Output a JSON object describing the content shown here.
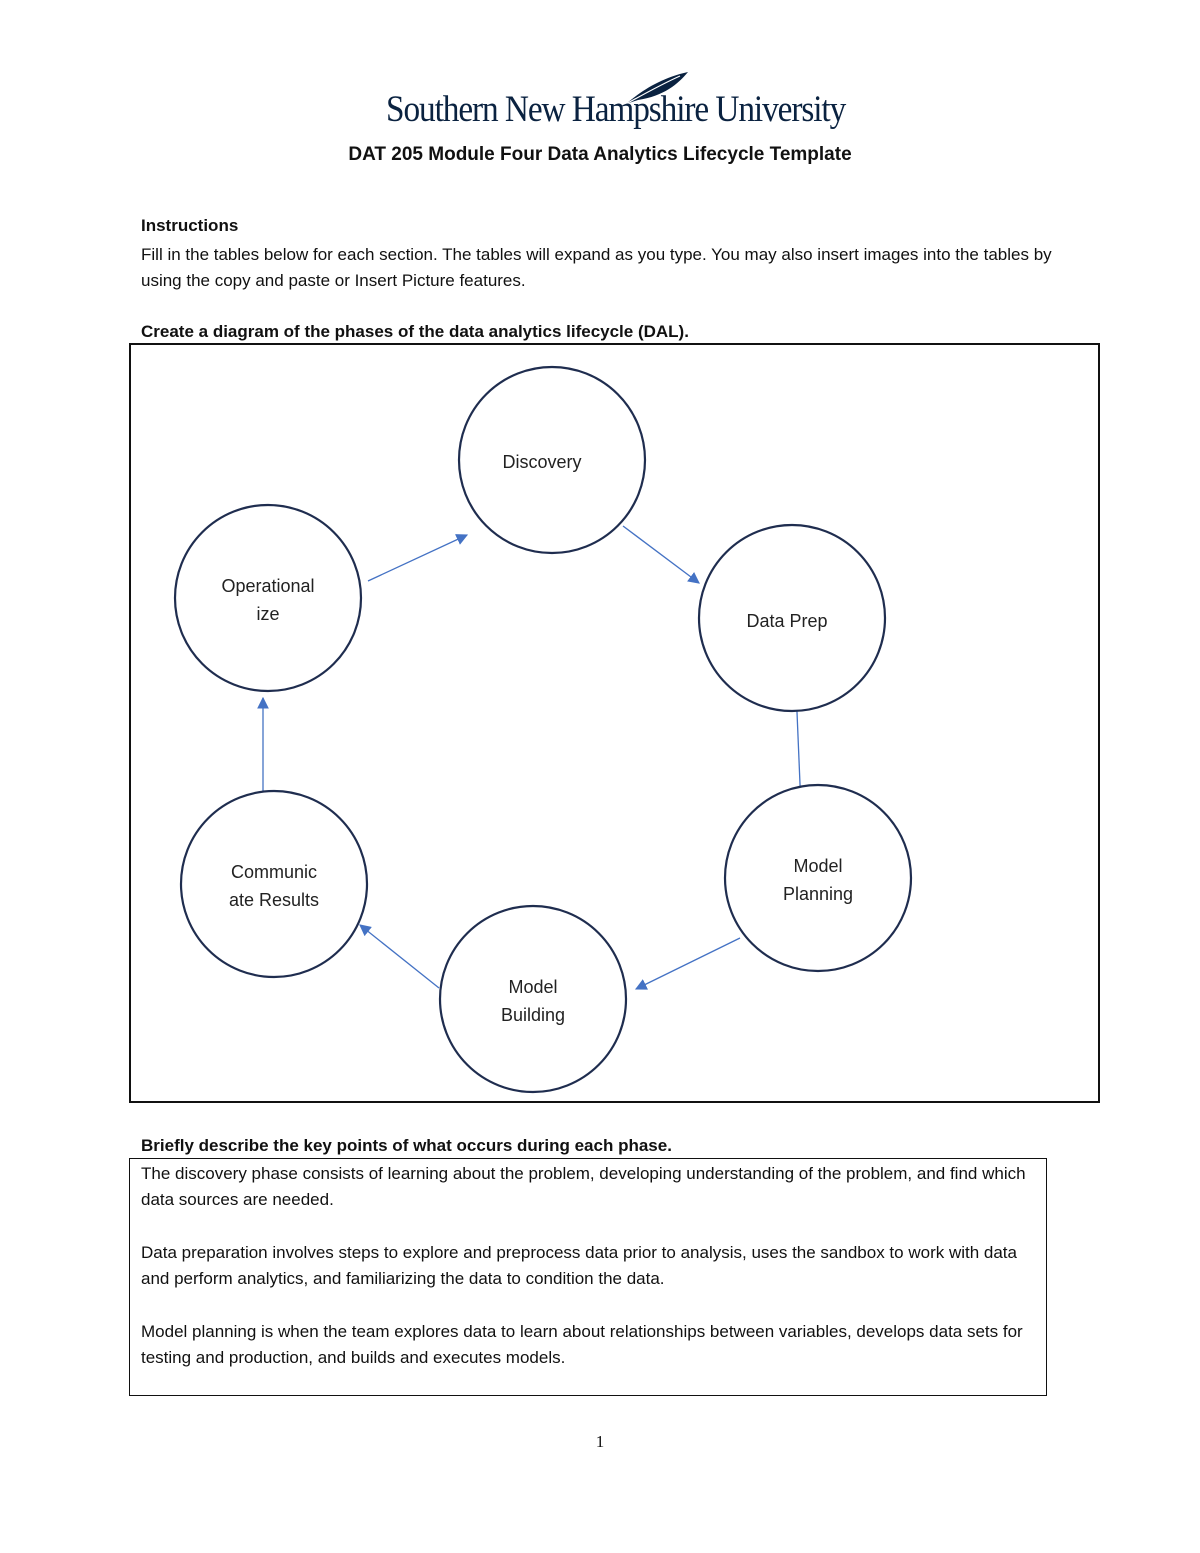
{
  "header": {
    "logo_text": "Southern New Hampshire University",
    "logo_color": "#0a2240",
    "title": "DAT 205 Module Four Data Analytics Lifecycle Template"
  },
  "instructions": {
    "heading": "Instructions",
    "text": "Fill in the tables below for each section. The tables will expand as you type. You may also insert images into the tables by using the copy and paste or Insert Picture features."
  },
  "diagram_section": {
    "heading": "Create a diagram of the phases of the data analytics lifecycle (DAL).",
    "circle_color": "#1f2d4f",
    "arrow_color": "#4472c4",
    "phases": {
      "discovery": "Discovery",
      "data_prep": "Data Prep",
      "model_planning_line1": "Model",
      "model_planning_line2": "Planning",
      "model_building_line1": "Model",
      "model_building_line2": "Building",
      "communicate_line1": "Communic",
      "communicate_line2": "ate Results",
      "operationalize_line1": "Operational",
      "operationalize_line2": "ize"
    }
  },
  "description_section": {
    "heading": "Briefly describe the key points of what occurs during each phase.",
    "paragraphs": [
      "The discovery phase consists of learning about the problem, developing understanding of the problem, and find which data sources are needed.",
      "Data preparation involves steps to explore and preprocess data prior to analysis, uses the sandbox to work with data and perform analytics, and familiarizing the data to condition the data.",
      "Model planning is when the team explores data to learn about relationships between variables, develops data sets for testing and production, and builds and executes models."
    ]
  },
  "footer": {
    "page_number": "1"
  }
}
